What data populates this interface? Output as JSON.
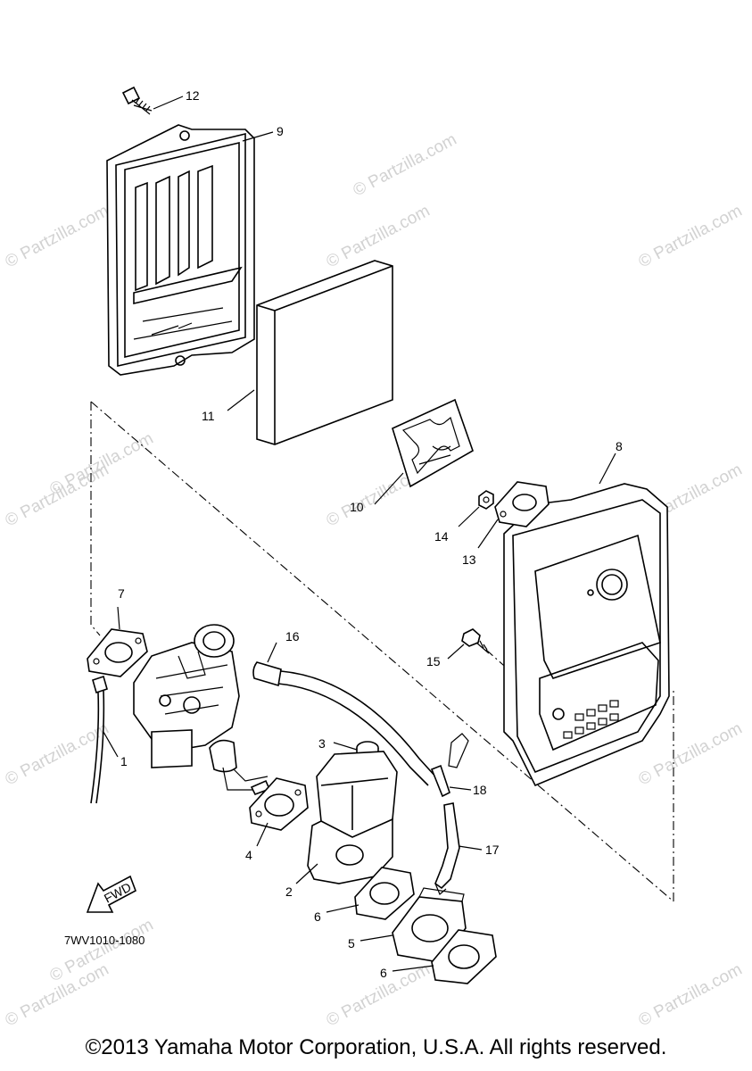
{
  "watermark": "© Partzilla.com",
  "labels": [
    "1",
    "2",
    "3",
    "4",
    "5",
    "6",
    "6",
    "7",
    "8",
    "9",
    "10",
    "11",
    "12",
    "13",
    "14",
    "15",
    "16",
    "17",
    "18"
  ],
  "fwd_text": "FWD",
  "diagram_code": "7WV1010-1080",
  "copyright": "©2013 Yamaha Motor Corporation, U.S.A. All rights reserved."
}
